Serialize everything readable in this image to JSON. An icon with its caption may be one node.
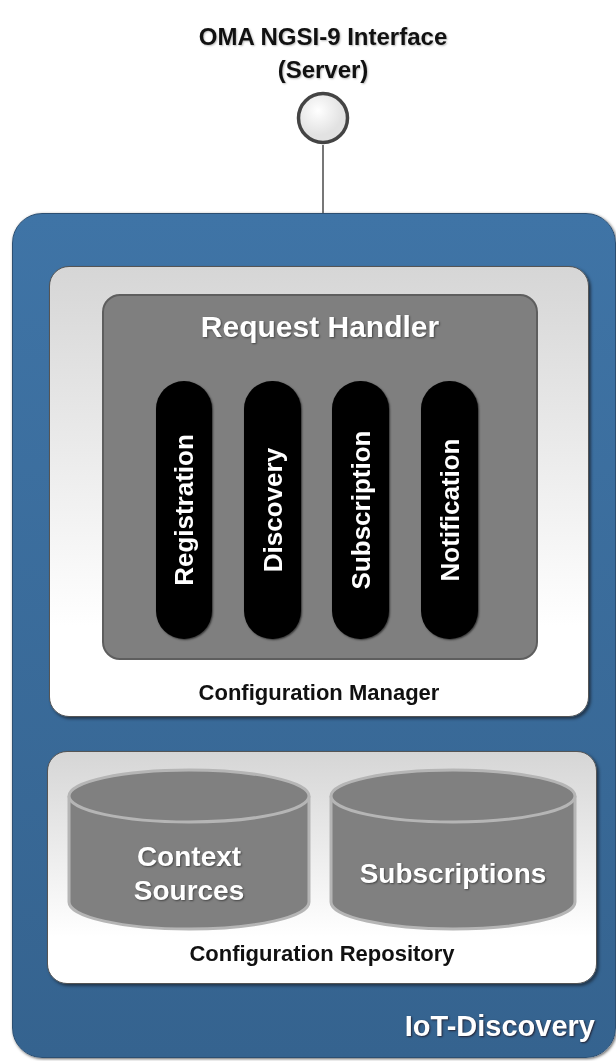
{
  "diagram": {
    "nodes": [
      {
        "text": [
          "OMA NGSI-9 Interface (Server)"
        ]
      },
      {
        "text": [
          "IoT-Discovery"
        ]
      },
      {
        "text": [
          "Configuration Manager"
        ],
        "in": 1
      },
      {
        "text": [
          "Request Handler"
        ],
        "in": 2
      },
      {
        "text": [
          "Registration"
        ],
        "in": 3
      },
      {
        "text": [
          "Discovery"
        ],
        "in": 3
      },
      {
        "text": [
          "Subscription"
        ],
        "in": 3
      },
      {
        "text": [
          "Notification"
        ],
        "in": 3
      },
      {
        "text": [
          "Configuration Repository"
        ],
        "in": 1
      },
      {
        "text": [
          "Context Sources"
        ],
        "in": 8
      },
      {
        "text": [
          "Subscriptions"
        ],
        "in": 8
      }
    ],
    "edges": [
      {
        "from": 0,
        "to": 1,
        "arrow": "none"
      }
    ]
  }
}
